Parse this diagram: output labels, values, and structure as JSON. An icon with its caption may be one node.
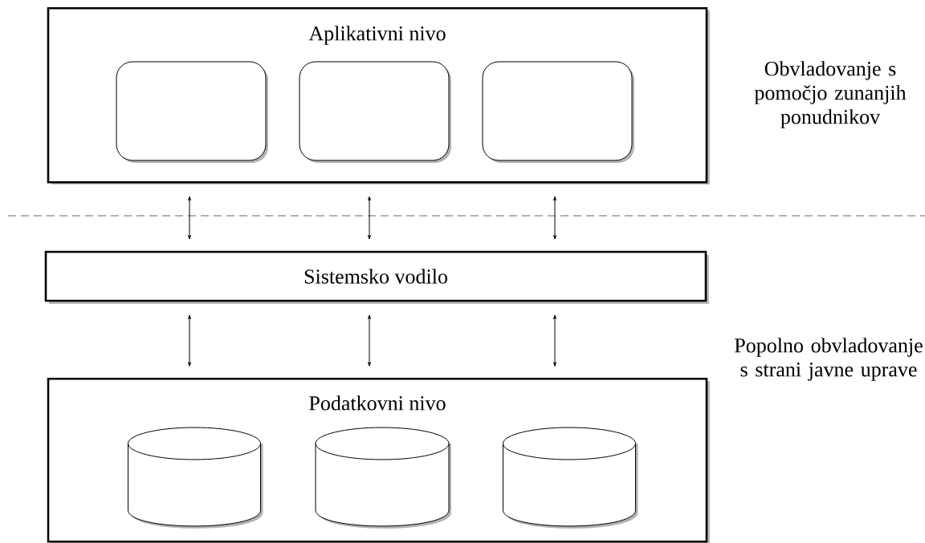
{
  "diagram": {
    "nodes": [
      {
        "text": [
          "Aplikativni nivo"
        ]
      },
      {
        "text": [],
        "shape": "box",
        "in": 0
      },
      {
        "text": [],
        "shape": "box",
        "in": 0
      },
      {
        "text": [],
        "shape": "box",
        "in": 0
      },
      {
        "text": [
          "Sistemsko vodilo"
        ]
      },
      {
        "text": [
          "Podatkovni nivo"
        ]
      },
      {
        "text": [],
        "shape": "cylinder",
        "in": 5
      },
      {
        "text": [],
        "shape": "cylinder",
        "in": 5
      },
      {
        "text": [],
        "shape": "cylinder",
        "in": 5
      }
    ],
    "edges": [
      {
        "from": 0,
        "to": 4,
        "arrow": "both"
      },
      {
        "from": 0,
        "to": 4,
        "arrow": "both"
      },
      {
        "from": 0,
        "to": 4,
        "arrow": "both"
      },
      {
        "from": 4,
        "to": 5,
        "arrow": "both"
      },
      {
        "from": 4,
        "to": 5,
        "arrow": "both"
      },
      {
        "from": 4,
        "to": 5,
        "arrow": "both"
      }
    ],
    "labels": [
      "Obvladovanje s pomočjo zunanjih ponudnikov",
      "Popolno obvladovanje s strani javne uprave"
    ]
  }
}
